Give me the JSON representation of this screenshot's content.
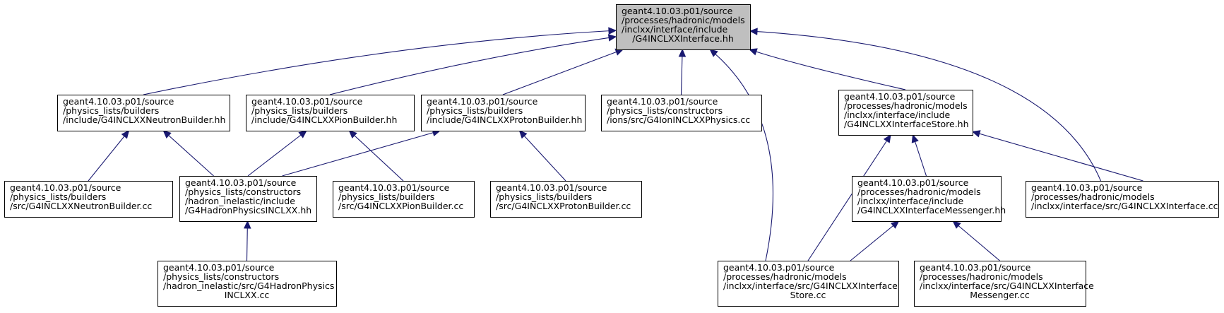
{
  "graph": {
    "root": "n0",
    "nodes": [
      {
        "id": "n0",
        "lines": [
          "geant4.10.03.p01/source",
          "/processes/hadronic/models",
          "/inclxx/interface/include",
          "/G4INCLXXInterface.hh"
        ],
        "highlighted": true
      },
      {
        "id": "n1",
        "lines": [
          "geant4.10.03.p01/source",
          "/physics_lists/builders",
          "/include/G4INCLXXNeutronBuilder.hh"
        ]
      },
      {
        "id": "n2",
        "lines": [
          "geant4.10.03.p01/source",
          "/physics_lists/builders",
          "/include/G4INCLXXPionBuilder.hh"
        ]
      },
      {
        "id": "n3",
        "lines": [
          "geant4.10.03.p01/source",
          "/physics_lists/builders",
          "/include/G4INCLXXProtonBuilder.hh"
        ]
      },
      {
        "id": "n4",
        "lines": [
          "geant4.10.03.p01/source",
          "/physics_lists/constructors",
          "/ions/src/G4IonINCLXXPhysics.cc"
        ]
      },
      {
        "id": "n5",
        "lines": [
          "geant4.10.03.p01/source",
          "/processes/hadronic/models",
          "/inclxx/interface/include",
          "/G4INCLXXInterfaceStore.hh"
        ]
      },
      {
        "id": "n6",
        "lines": [
          "geant4.10.03.p01/source",
          "/physics_lists/builders",
          "/src/G4INCLXXNeutronBuilder.cc"
        ]
      },
      {
        "id": "n7",
        "lines": [
          "geant4.10.03.p01/source",
          "/physics_lists/constructors",
          "/hadron_inelastic/include",
          "/G4HadronPhysicsINCLXX.hh"
        ]
      },
      {
        "id": "n8",
        "lines": [
          "geant4.10.03.p01/source",
          "/physics_lists/builders",
          "/src/G4INCLXXPionBuilder.cc"
        ]
      },
      {
        "id": "n9",
        "lines": [
          "geant4.10.03.p01/source",
          "/physics_lists/builders",
          "/src/G4INCLXXProtonBuilder.cc"
        ]
      },
      {
        "id": "n10",
        "lines": [
          "geant4.10.03.p01/source",
          "/processes/hadronic/models",
          "/inclxx/interface/include",
          "/G4INCLXXInterfaceMessenger.hh"
        ]
      },
      {
        "id": "n11",
        "lines": [
          "geant4.10.03.p01/source",
          "/processes/hadronic/models",
          "/inclxx/interface/src/G4INCLXXInterface.cc"
        ]
      },
      {
        "id": "n12",
        "lines": [
          "geant4.10.03.p01/source",
          "/physics_lists/constructors",
          "/hadron_inelastic/src/G4HadronPhysics",
          "INCLXX.cc"
        ]
      },
      {
        "id": "n13",
        "lines": [
          "geant4.10.03.p01/source",
          "/processes/hadronic/models",
          "/inclxx/interface/src/G4INCLXXInterface",
          "Store.cc"
        ]
      },
      {
        "id": "n14",
        "lines": [
          "geant4.10.03.p01/source",
          "/processes/hadronic/models",
          "/inclxx/interface/src/G4INCLXXInterface",
          "Messenger.cc"
        ]
      }
    ],
    "edges": [
      {
        "from": "n1",
        "to": "n0"
      },
      {
        "from": "n2",
        "to": "n0"
      },
      {
        "from": "n3",
        "to": "n0"
      },
      {
        "from": "n4",
        "to": "n0"
      },
      {
        "from": "n5",
        "to": "n0"
      },
      {
        "from": "n13",
        "to": "n0"
      },
      {
        "from": "n11",
        "to": "n0"
      },
      {
        "from": "n6",
        "to": "n1"
      },
      {
        "from": "n7",
        "to": "n1"
      },
      {
        "from": "n7",
        "to": "n2"
      },
      {
        "from": "n8",
        "to": "n2"
      },
      {
        "from": "n7",
        "to": "n3"
      },
      {
        "from": "n9",
        "to": "n3"
      },
      {
        "from": "n12",
        "to": "n7"
      },
      {
        "from": "n13",
        "to": "n5"
      },
      {
        "from": "n10",
        "to": "n5"
      },
      {
        "from": "n11",
        "to": "n5"
      },
      {
        "from": "n13",
        "to": "n10"
      },
      {
        "from": "n14",
        "to": "n10"
      }
    ]
  }
}
